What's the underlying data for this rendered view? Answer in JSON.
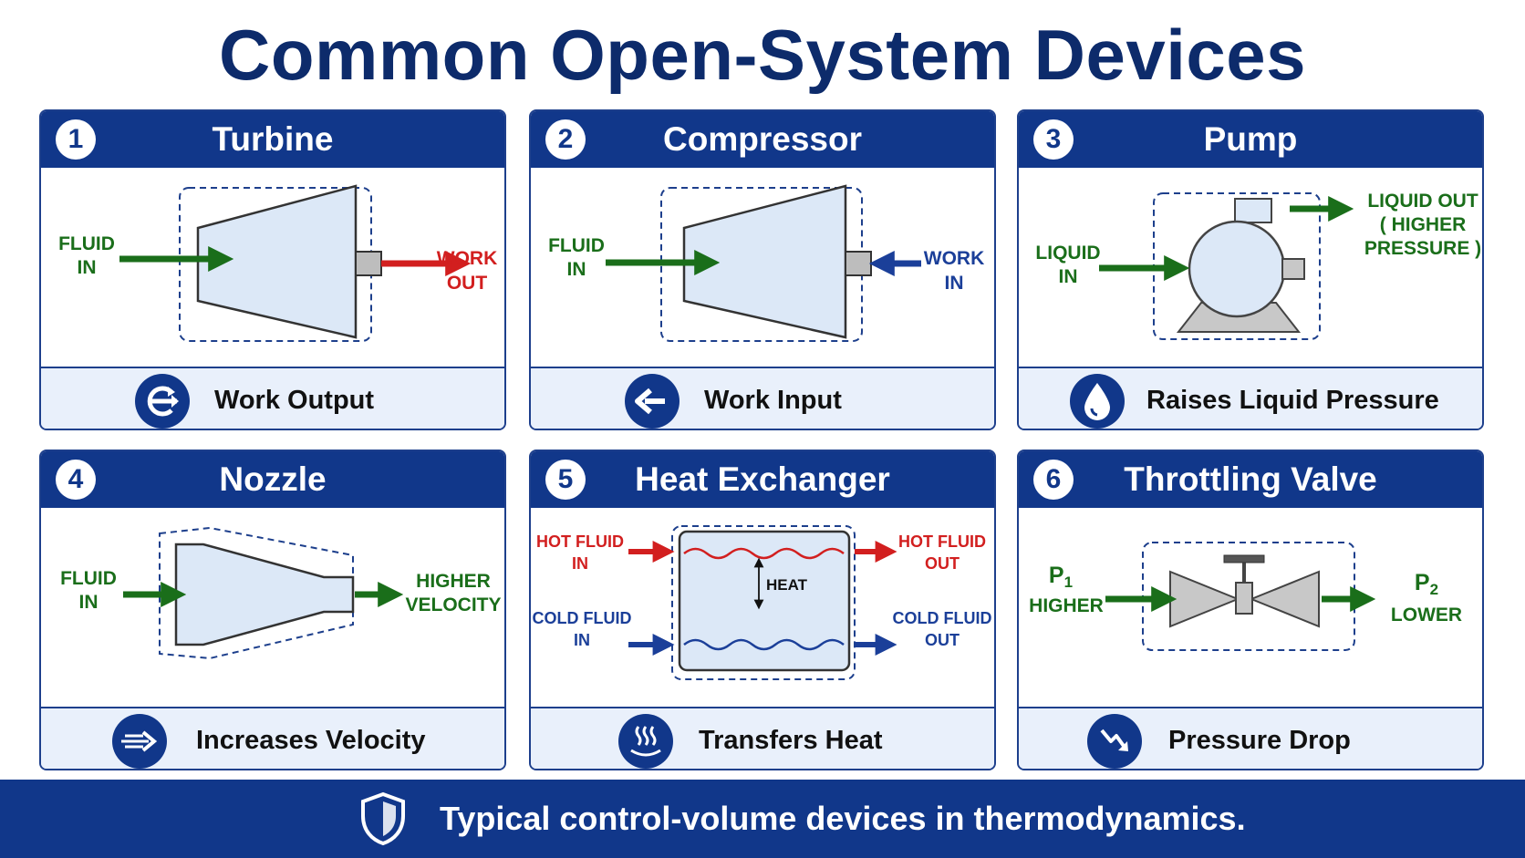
{
  "title": "Common Open-System Devices",
  "colors": {
    "navy": "#11378a",
    "title": "#0d2b6b",
    "green": "#1a6e1a",
    "red": "#d21f1f",
    "blue_arrow": "#1b3f99",
    "device_fill": "#dce8f7",
    "footer_bg": "#e9f0fb"
  },
  "cards": [
    {
      "number": "1",
      "title": "Turbine",
      "labels": {
        "in_1": "FLUID",
        "in_2": "IN",
        "out_1": "WORK",
        "out_2": "OUT"
      },
      "footer": {
        "icon": "work-output-icon",
        "label": "Work Output"
      }
    },
    {
      "number": "2",
      "title": "Compressor",
      "labels": {
        "in_1": "FLUID",
        "in_2": "IN",
        "work_1": "WORK",
        "work_2": "IN"
      },
      "footer": {
        "icon": "arrow-left-icon",
        "label": "Work Input"
      }
    },
    {
      "number": "3",
      "title": "Pump",
      "labels": {
        "in_1": "LIQUID",
        "in_2": "IN",
        "out_1": "LIQUID OUT",
        "out_2": "( HIGHER",
        "out_3": "PRESSURE )"
      },
      "footer": {
        "icon": "water-drop-icon",
        "label": "Raises Liquid Pressure"
      }
    },
    {
      "number": "4",
      "title": "Nozzle",
      "labels": {
        "in_1": "FLUID",
        "in_2": "IN",
        "out_1": "HIGHER",
        "out_2": "VELOCITY"
      },
      "footer": {
        "icon": "fast-arrow-icon",
        "label": "Increases Velocity"
      }
    },
    {
      "number": "5",
      "title": "Heat Exchanger",
      "labels": {
        "hot_in_1": "HOT FLUID",
        "hot_in_2": "IN",
        "hot_out_1": "HOT FLUID",
        "hot_out_2": "OUT",
        "cold_in_1": "COLD FLUID",
        "cold_in_2": "IN",
        "cold_out_1": "COLD FLUID",
        "cold_out_2": "OUT",
        "heat": "HEAT"
      },
      "footer": {
        "icon": "heat-waves-icon",
        "label": "Transfers Heat"
      }
    },
    {
      "number": "6",
      "title": "Throttling Valve",
      "labels": {
        "p1": "P",
        "p1_sub": "1",
        "p1_word": "HIGHER",
        "p2": "P",
        "p2_sub": "2",
        "p2_word": "LOWER"
      },
      "footer": {
        "icon": "trend-down-icon",
        "label": "Pressure Drop"
      }
    }
  ],
  "bottom": {
    "icon": "shield-icon",
    "text": "Typical control-volume devices in thermodynamics."
  }
}
